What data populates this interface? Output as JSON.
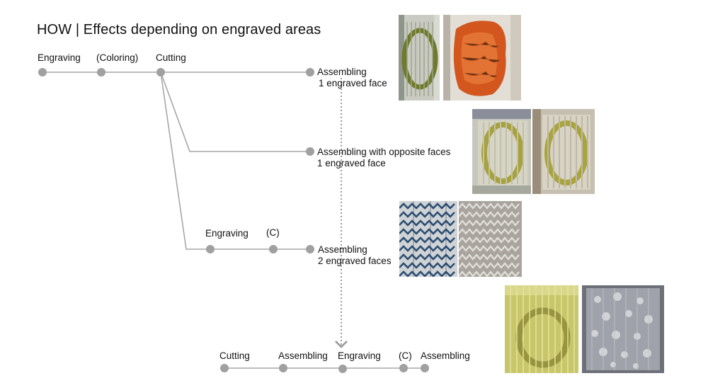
{
  "title": "HOW | Effects depending on engraved areas",
  "colors": {
    "line": "#a6a6a6",
    "node": "#a0a0a0",
    "dotted": "#9a9a9a"
  },
  "top_flow": {
    "engraving": "Engraving",
    "coloring": "(Coloring)",
    "cutting": "Cutting"
  },
  "branches": {
    "b1": {
      "line1": "Assembling",
      "line2": "1 engraved face"
    },
    "b2": {
      "line1": "Assembling with opposite faces",
      "line2": "1 engraved face"
    },
    "b3": {
      "engraving": "Engraving",
      "c": "(C)",
      "line1": "Assembling",
      "line2": "2 engraved faces"
    }
  },
  "bottom_flow": {
    "cutting": "Cutting",
    "assembling1": "Assembling",
    "engraving": "Engraving",
    "c": "(C)",
    "assembling2": "Assembling"
  },
  "photos": [
    "photo-ring-pattern-acrylic",
    "photo-orange-colored-block",
    "photo-yellow-ring-block-front",
    "photo-yellow-ring-block-side",
    "photo-blue-zigzag-block",
    "photo-grey-zigzag-block",
    "photo-yellow-circle-cube",
    "photo-silver-star-cube"
  ]
}
